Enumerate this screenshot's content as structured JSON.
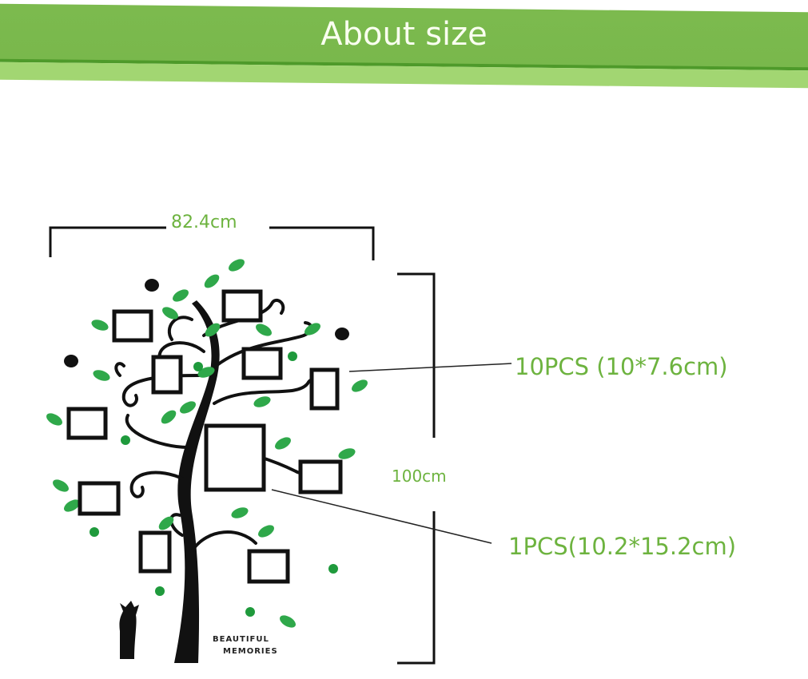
{
  "header": {
    "title": "About size"
  },
  "dimensions": {
    "width_label": "82.4cm",
    "height_label": "100cm"
  },
  "callouts": [
    {
      "label": "10PCS (10*7.6cm)"
    },
    {
      "label": "1PCS(10.2*15.2cm)"
    }
  ],
  "decal": {
    "caption_line1": "BEAUTIFUL",
    "caption_line2": "MEMORIES"
  },
  "colors": {
    "accent": "#7cba4e",
    "label": "#6db33f",
    "leaf": "#2fa84a",
    "ink": "#111111"
  }
}
